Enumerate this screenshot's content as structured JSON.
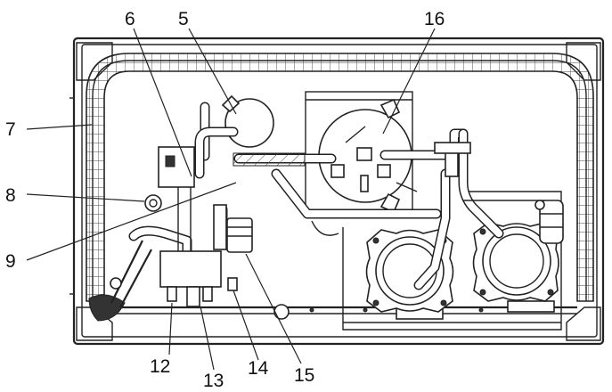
{
  "callouts": {
    "c5": "5",
    "c6": "6",
    "c7": "7",
    "c8": "8",
    "c9": "9",
    "c12": "12",
    "c13": "13",
    "c14": "14",
    "c15": "15",
    "c16": "16"
  }
}
